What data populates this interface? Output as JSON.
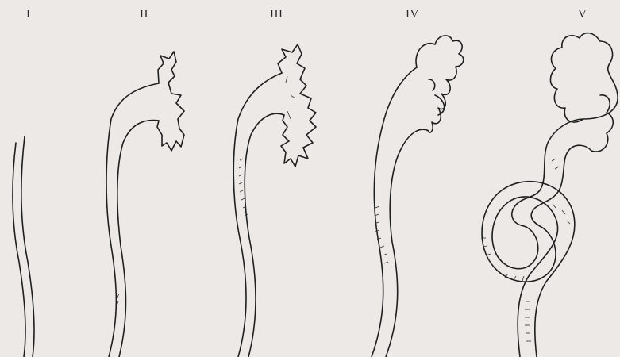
{
  "figure": {
    "stages": [
      {
        "label": "I"
      },
      {
        "label": "II"
      },
      {
        "label": "III"
      },
      {
        "label": "IV"
      },
      {
        "label": "V"
      }
    ]
  }
}
